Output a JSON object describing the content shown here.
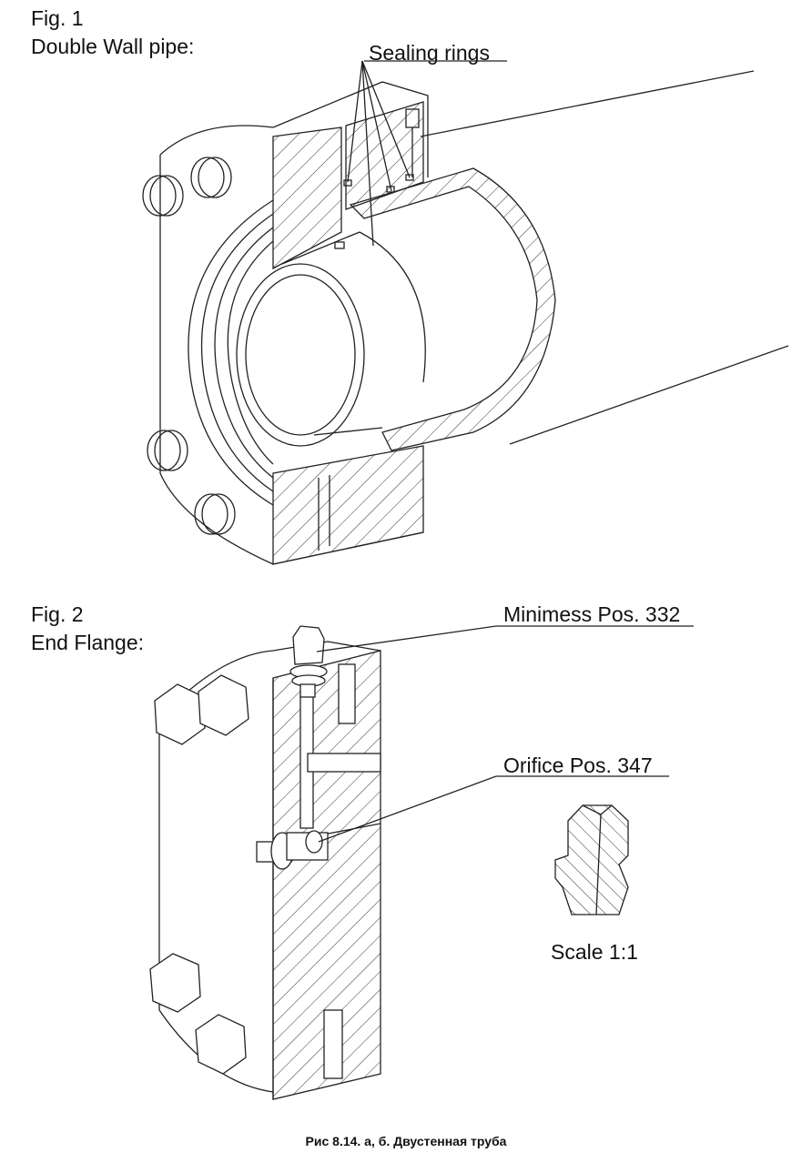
{
  "fig1": {
    "number": "Fig. 1",
    "title": "Double Wall pipe:",
    "callouts": {
      "sealing_rings": "Sealing rings"
    }
  },
  "fig2": {
    "number": "Fig. 2",
    "title": "End Flange:",
    "callouts": {
      "minimess": "Minimess Pos. 332",
      "orifice": "Orifice Pos. 347"
    },
    "scale": "Scale 1:1"
  },
  "caption": "Рис 8.14. а, б. Двустенная труба"
}
